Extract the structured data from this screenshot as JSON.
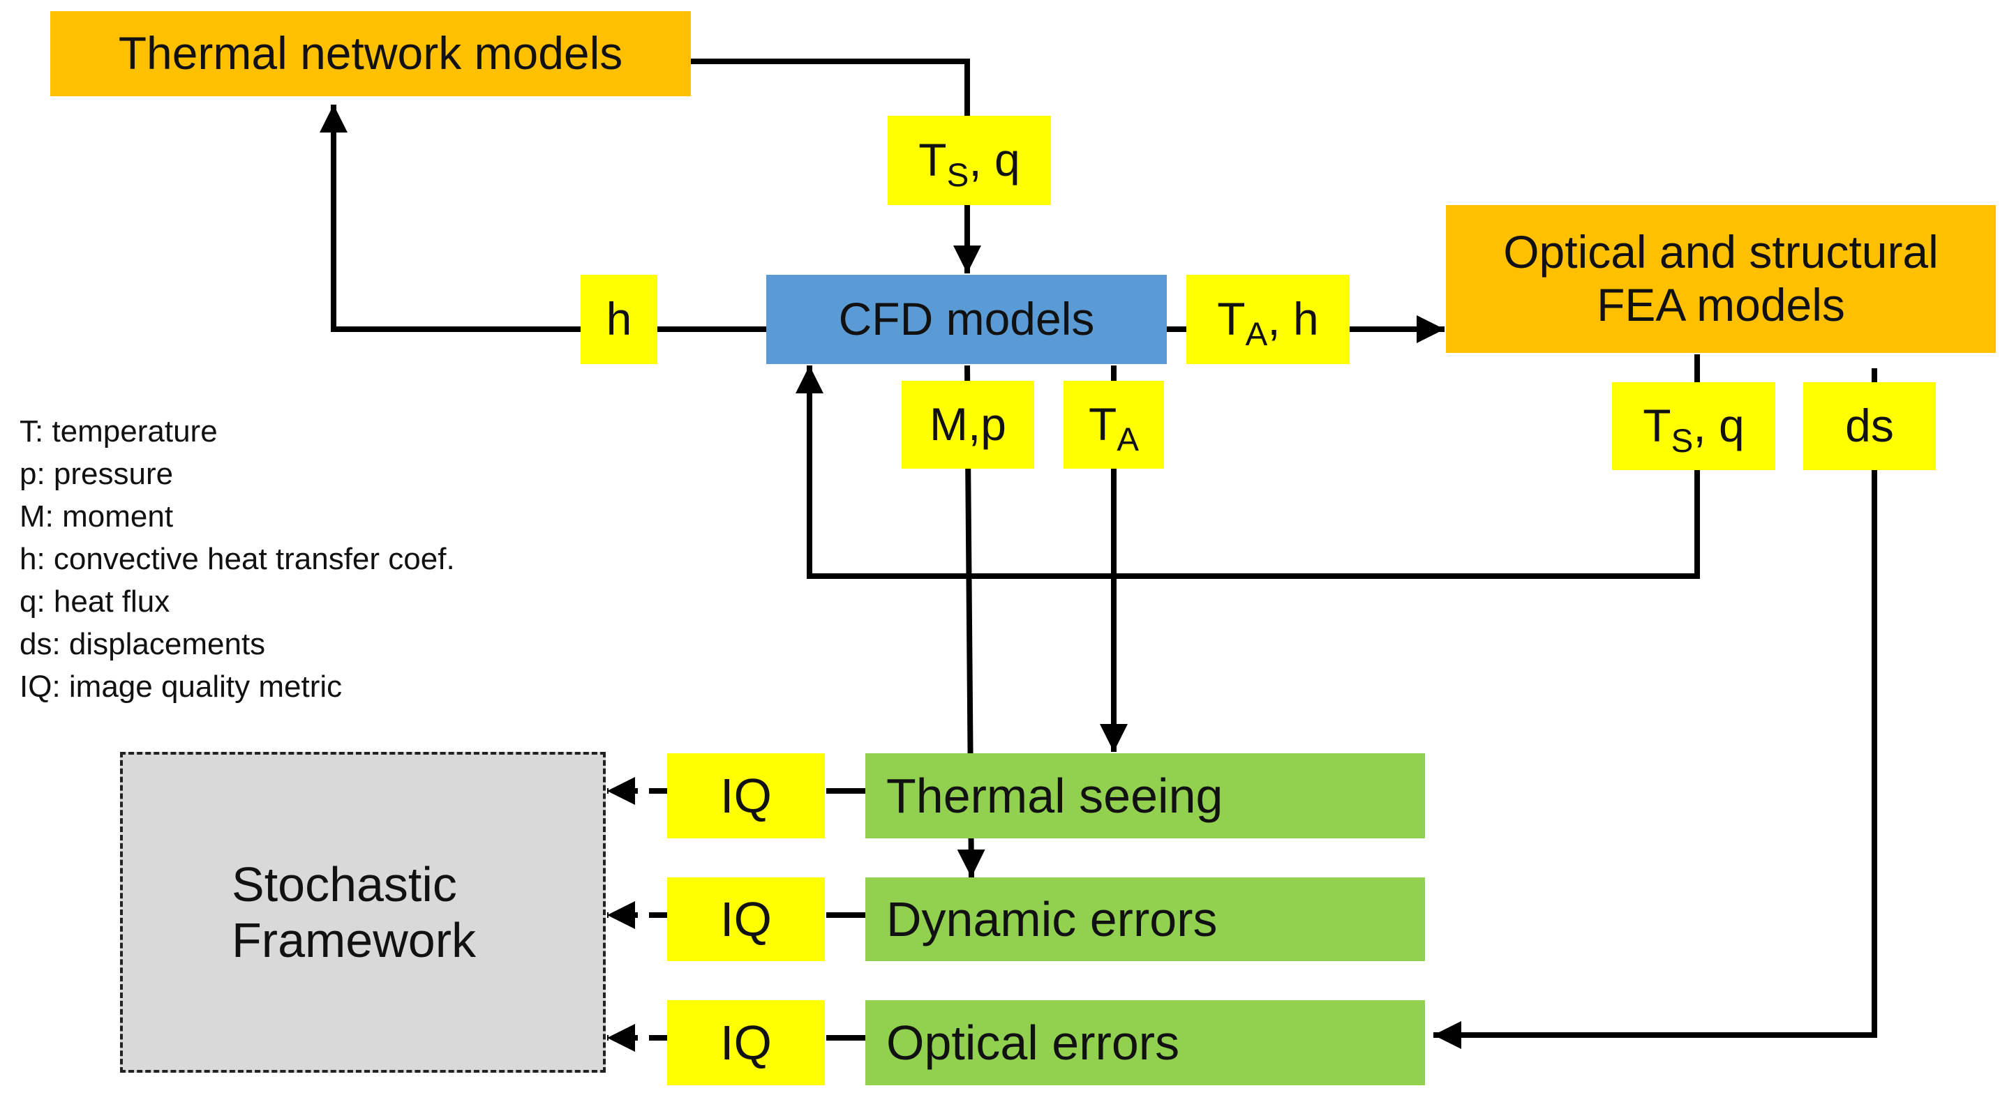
{
  "nodes": {
    "thermal_network": "Thermal network models",
    "cfd": "CFD models",
    "fea_line1": "Optical and structural",
    "fea_line2": "FEA models",
    "thermal_seeing": "Thermal seeing",
    "dynamic_errors": "Dynamic errors",
    "optical_errors": "Optical errors",
    "stochastic_line1": "Stochastic",
    "stochastic_line2": "Framework"
  },
  "edge_labels": {
    "ts_q_top": {
      "main": "T",
      "sub": "S",
      "rest": ", q"
    },
    "h_left": "h",
    "ta_h": {
      "main": "T",
      "sub": "A",
      "rest": ", h"
    },
    "m_p": "M,p",
    "ta": {
      "main": "T",
      "sub": "A"
    },
    "ts_q_right": {
      "main": "T",
      "sub": "S",
      "rest": ", q"
    },
    "ds": "ds",
    "iq_1": "IQ",
    "iq_2": "IQ",
    "iq_3": "IQ"
  },
  "legend": [
    "T: temperature",
    "p: pressure",
    "M: moment",
    "h: convective heat transfer coef.",
    "q: heat flux",
    "ds: displacements",
    "IQ: image quality metric"
  ],
  "colors": {
    "model_box": "#ffc000",
    "cfd_box": "#5b9bd5",
    "error_box": "#92d050",
    "label_box": "#ffff00",
    "framework_box": "#d9d9d9",
    "wire": "#000000"
  }
}
